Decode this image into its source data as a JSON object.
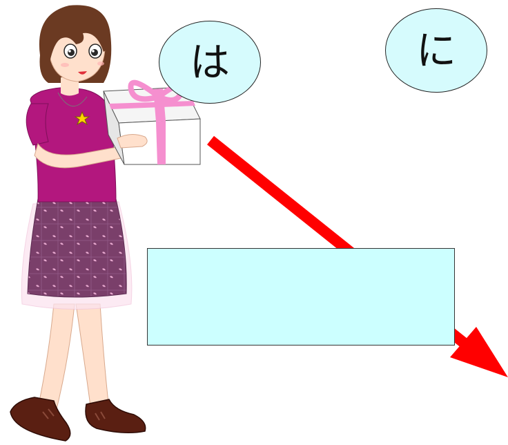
{
  "particles": {
    "first": "は",
    "second": "に"
  },
  "answer_box": {
    "value": ""
  },
  "colors": {
    "bubble_fill": "#d6fbfd",
    "box_fill": "#ccffff",
    "arrow": "#ff0000",
    "shirt": "#b3177e",
    "ribbon": "#f58fcf",
    "shoes": "#5a1f12",
    "skirt": "#7a3f6a"
  },
  "icons": {
    "person": "girl-giving-gift",
    "gift": "gift-box-with-ribbon",
    "arrow": "direction-arrow-giver-to-receiver"
  }
}
